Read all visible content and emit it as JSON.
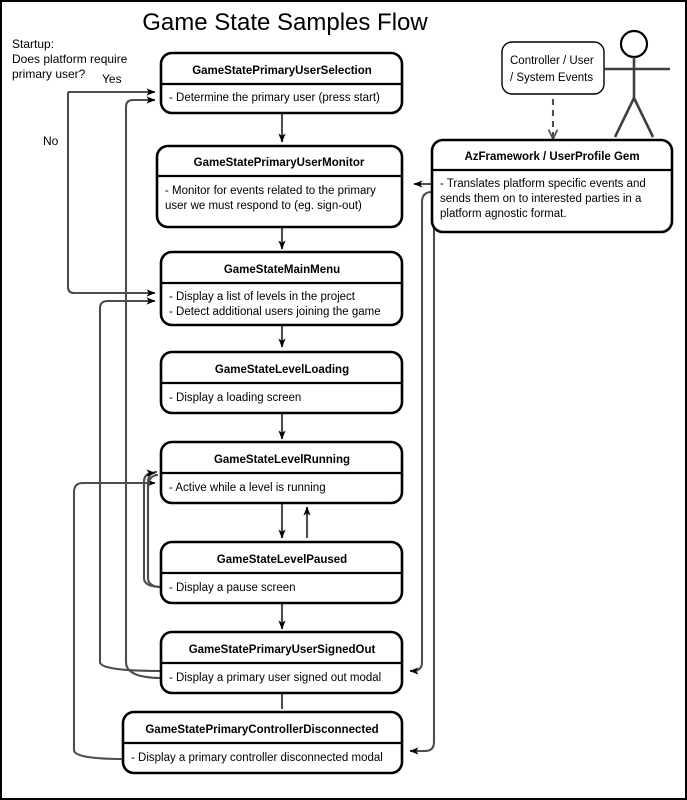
{
  "title": "Game State Samples Flow",
  "annotations": {
    "startup_note": [
      "Startup:",
      "Does platform require",
      "primary user?"
    ],
    "edge_labels": {
      "yes": "Yes",
      "no": "No"
    }
  },
  "actor": {
    "name": "user-actor"
  },
  "note": {
    "id": "events-note",
    "lines": [
      "Controller / User",
      "/ System Events"
    ]
  },
  "framework_box": {
    "id": "azframework-userprofile-gem",
    "title": "AzFramework / UserProfile Gem",
    "desc": [
      "- Translates platform specific events and",
      "sends them on to interested parties in a",
      "platform agnostic format."
    ]
  },
  "states": [
    {
      "id": "gamestate-primary-user-selection",
      "title": "GameStatePrimaryUserSelection",
      "desc": [
        "- Determine the primary user (press start)"
      ]
    },
    {
      "id": "gamestate-primary-user-monitor",
      "title": "GameStatePrimaryUserMonitor",
      "desc": [
        "- Monitor for events related to the primary",
        "user we must respond to (eg. sign-out)"
      ]
    },
    {
      "id": "gamestate-main-menu",
      "title": "GameStateMainMenu",
      "desc": [
        "- Display a list of levels in the project",
        "- Detect additional users joining the game"
      ]
    },
    {
      "id": "gamestate-level-loading",
      "title": "GameStateLevelLoading",
      "desc": [
        "- Display a loading screen"
      ]
    },
    {
      "id": "gamestate-level-running",
      "title": "GameStateLevelRunning",
      "desc": [
        "- Active while a level is running"
      ]
    },
    {
      "id": "gamestate-level-paused",
      "title": "GameStateLevelPaused",
      "desc": [
        "- Display a pause screen"
      ]
    },
    {
      "id": "gamestate-primary-user-signed-out",
      "title": "GameStatePrimaryUserSignedOut",
      "desc": [
        "- Display a primary user signed out modal"
      ]
    },
    {
      "id": "gamestate-primary-controller-disconnected",
      "title": "GameStatePrimaryControllerDisconnected",
      "desc": [
        "- Display a primary controller disconnected modal"
      ]
    }
  ],
  "colors": {
    "stroke": "#000000",
    "connector": "#4d4d4d",
    "background": "#ffffff"
  }
}
